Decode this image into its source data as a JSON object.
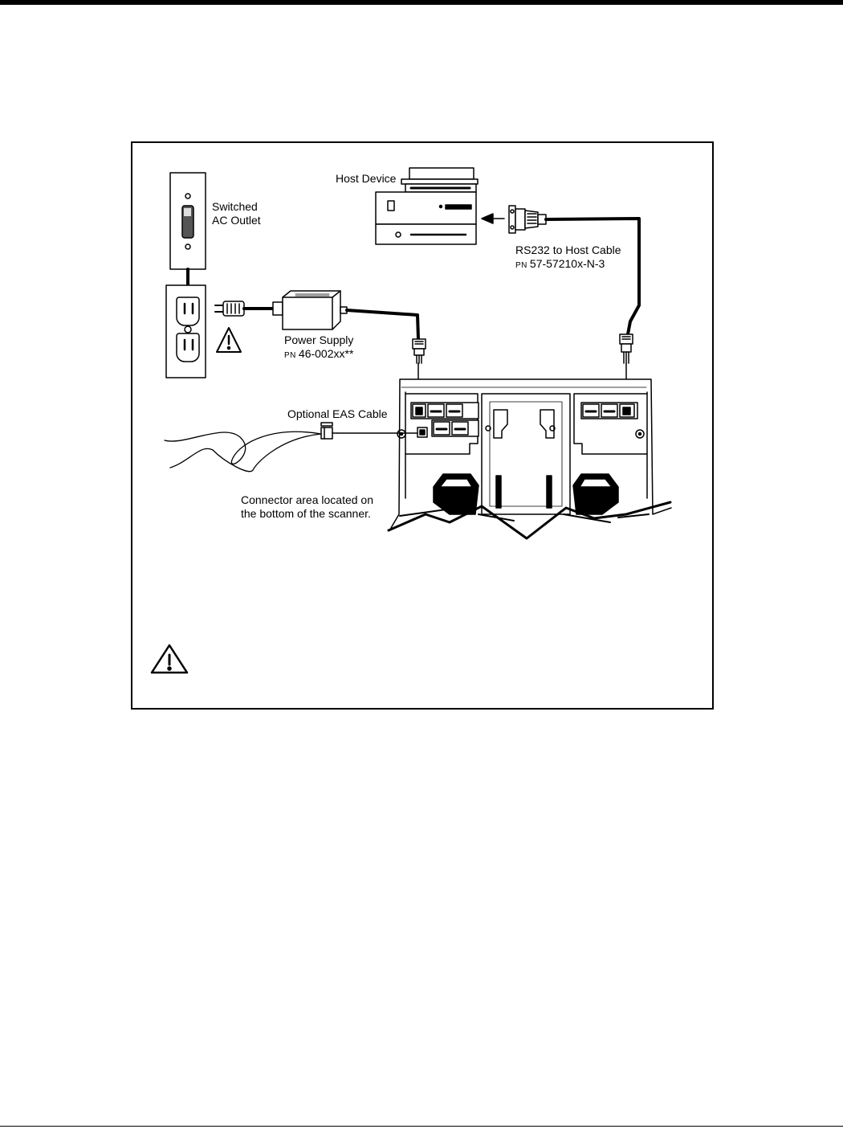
{
  "figure": {
    "labels": {
      "host_device": "Host Device",
      "switched_ac_outlet": [
        "Switched",
        "AC Outlet"
      ],
      "rs232_cable_name": "RS232 to Host Cable",
      "rs232_cable_pn_prefix": "PN",
      "rs232_cable_pn": "57-57210x-N-3",
      "power_supply_name": "Power Supply",
      "power_supply_pn_prefix": "PN",
      "power_supply_pn": "46-002xx**",
      "eas_cable": "Optional EAS Cable",
      "connector_area": [
        "Connector area located on",
        "the bottom of the scanner."
      ]
    },
    "icons": [
      "wall-switch-icon",
      "electrical-outlet-icon",
      "power-plug-icon",
      "warning-triangle-icon",
      "power-supply-icon",
      "host-computer-icon",
      "db9-connector-icon",
      "rj45-plug-icon",
      "eas-connector-icon",
      "scanner-base-icon",
      "arrow-left-icon"
    ],
    "colors": {
      "line": "#000000",
      "background": "#ffffff"
    }
  }
}
